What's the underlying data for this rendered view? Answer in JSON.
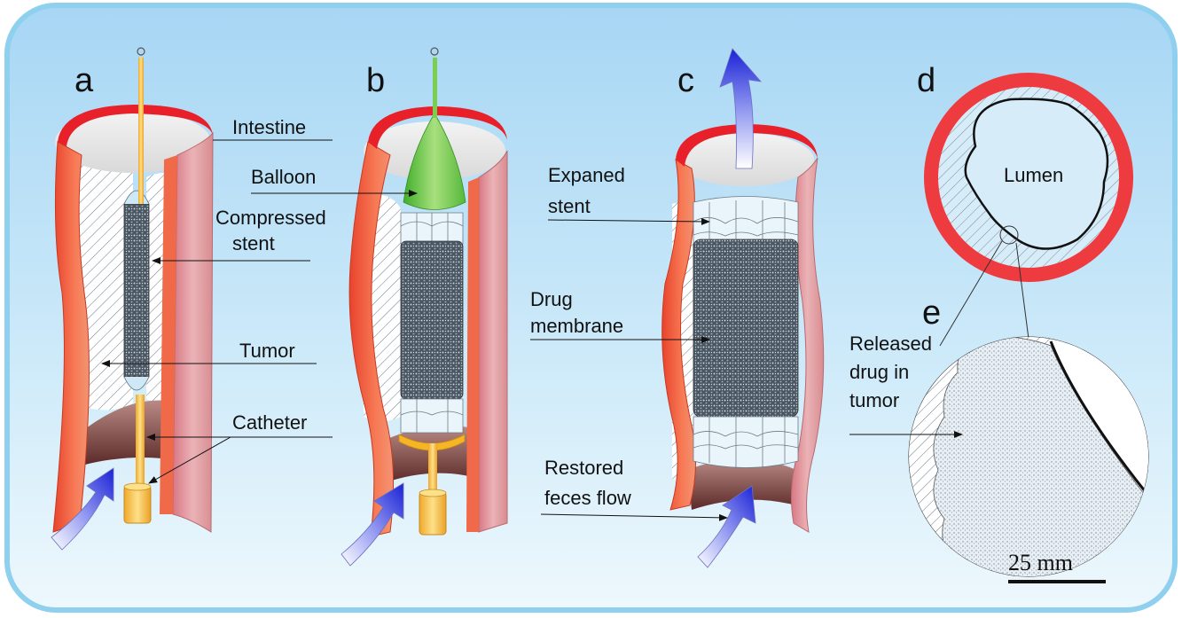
{
  "panels": {
    "a": {
      "letter": "a"
    },
    "b": {
      "letter": "b"
    },
    "c": {
      "letter": "c"
    },
    "d": {
      "letter": "d"
    },
    "e": {
      "letter": "e"
    }
  },
  "labels": {
    "intestine": "Intestine",
    "balloon": "Balloon",
    "compressed_stent_1": "Compressed",
    "compressed_stent_2": "stent",
    "tumor": "Tumor",
    "catheter": "Catheter",
    "expanded_stent_1": "Expaned",
    "expanded_stent_2": "stent",
    "drug_membrane_1": "Drug",
    "drug_membrane_2": "membrane",
    "restored_flow_1": "Restored",
    "restored_flow_2": "feces flow",
    "lumen": "Lumen",
    "released_drug_1": "Released",
    "released_drug_2": "drug in",
    "released_drug_3": "tumor"
  },
  "scale_bar": {
    "label": "25 mm"
  },
  "colors": {
    "background_top": "#a9d8f5",
    "background_bottom": "#dff2fc",
    "frame": "#7cc4ea",
    "intestine_wall": "#f06a4a",
    "intestine_rim": "#e8202a",
    "intestine_right_wall": "#e8a0a4",
    "ring": "#ee3b3f",
    "balloon": "#6cc84a",
    "catheter": "#f6c24a",
    "flow_arrow": "#2a35d8"
  }
}
